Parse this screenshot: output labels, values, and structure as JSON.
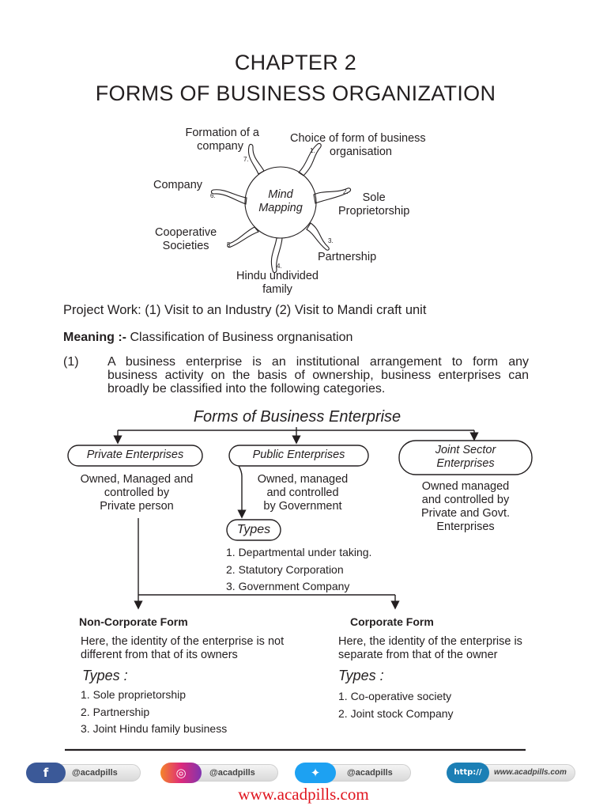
{
  "header": {
    "chapter": "CHAPTER 2",
    "title": "FORMS OF BUSINESS ORGANIZATION"
  },
  "mind_map": {
    "center": [
      "Mind",
      "Mapping"
    ],
    "branches": [
      {
        "num": "1.",
        "label": [
          "Choice of form of business",
          "organisation"
        ]
      },
      {
        "num": "2.",
        "label": [
          "Sole",
          "Proprietorship"
        ]
      },
      {
        "num": "3.",
        "label": [
          "Partnership"
        ]
      },
      {
        "num": "4.",
        "label": [
          "Hindu undivided",
          "family"
        ]
      },
      {
        "num": "5.",
        "label": [
          "Cooperative",
          "Societies"
        ]
      },
      {
        "num": "6.",
        "label": [
          "Company"
        ]
      },
      {
        "num": "7.",
        "label": [
          "Formation of a",
          "company"
        ]
      }
    ]
  },
  "project_work": "Project Work: (1) Visit to an Industry (2) Visit to Mandi craft unit",
  "meaning": {
    "label": "Meaning :-",
    "text": "Classification of Business orgnanisation"
  },
  "paragraph": {
    "num": "(1)",
    "lines": [
      "A business enterprise is an institutional arrangement to form any",
      "business activity on the basis of ownership, business enterprises can",
      "broadly be classified into the following categories."
    ]
  },
  "diagram": {
    "title": "Forms of Business Enterprise",
    "private": {
      "label": "Private Enterprises",
      "desc": [
        "Owned, Managed and",
        "controlled by",
        "Private person"
      ]
    },
    "public": {
      "label": "Public Enterprises",
      "desc": [
        "Owned, managed",
        "and controlled",
        "by Government"
      ],
      "types_label": "Types",
      "types": [
        "1. Departmental under taking.",
        "2. Statutory Corporation",
        "3. Government Company"
      ]
    },
    "joint": {
      "label": [
        "Joint  Sector",
        "Enterprises"
      ],
      "desc": [
        "Owned managed",
        "and controlled by",
        "Private and Govt.",
        "Enterprises"
      ]
    },
    "non_corporate": {
      "heading": "Non-Corporate Form",
      "desc": [
        "Here, the identity of the enterprise is not",
        "different from that of its owners"
      ],
      "types_label": "Types :",
      "types": [
        "1. Sole proprietorship",
        "2. Partnership",
        "3. Joint Hindu family business"
      ]
    },
    "corporate": {
      "heading": "Corporate Form",
      "desc": [
        "Here, the identity of the enterprise is",
        "separate from that of the owner"
      ],
      "types_label": "Types :",
      "types": [
        "1. Co-operative society",
        "2. Joint stock Company"
      ]
    }
  },
  "footer": {
    "social": [
      {
        "icon": "facebook-icon",
        "glyph": "f",
        "handle": "@acadpills",
        "color": "#3b5998"
      },
      {
        "icon": "instagram-icon",
        "glyph": "◎",
        "handle": "@acadpills",
        "color": "#d6249f"
      },
      {
        "icon": "twitter-icon",
        "glyph": "✦",
        "handle": "@acadpills",
        "color": "#1da1f2"
      },
      {
        "icon": "website-icon",
        "glyph": "http://",
        "handle": "www.acadpills.com",
        "color": "#1c7fb5"
      }
    ],
    "url": "www.acadpills.com",
    "url_color": "#e0141e"
  }
}
